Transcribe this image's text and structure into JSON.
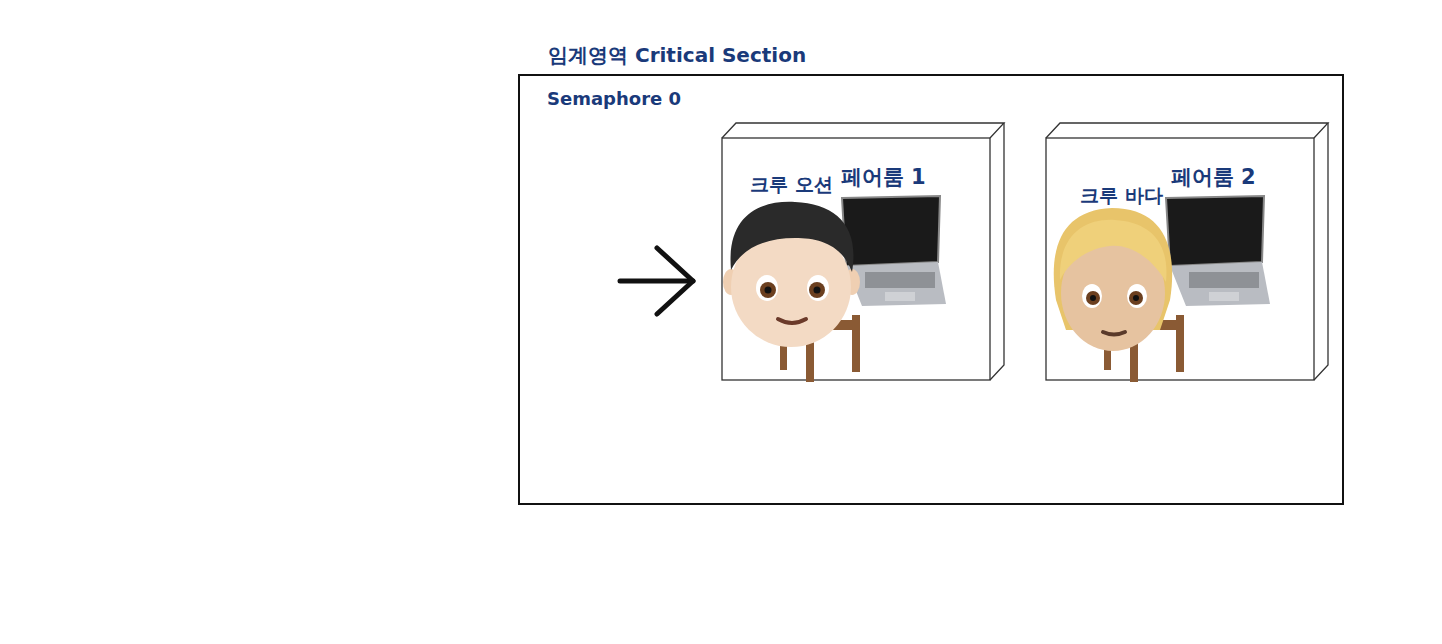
{
  "diagram": {
    "nodes": [
      {
        "text": [
          "임계영역 Critical Section",
          "Semaphore 0"
        ]
      },
      {
        "text": [
          "페어룸 1",
          "크루 오션"
        ],
        "in": 0
      },
      {
        "text": [
          "페어룸 2",
          "크루 바다"
        ],
        "in": 0
      }
    ]
  }
}
